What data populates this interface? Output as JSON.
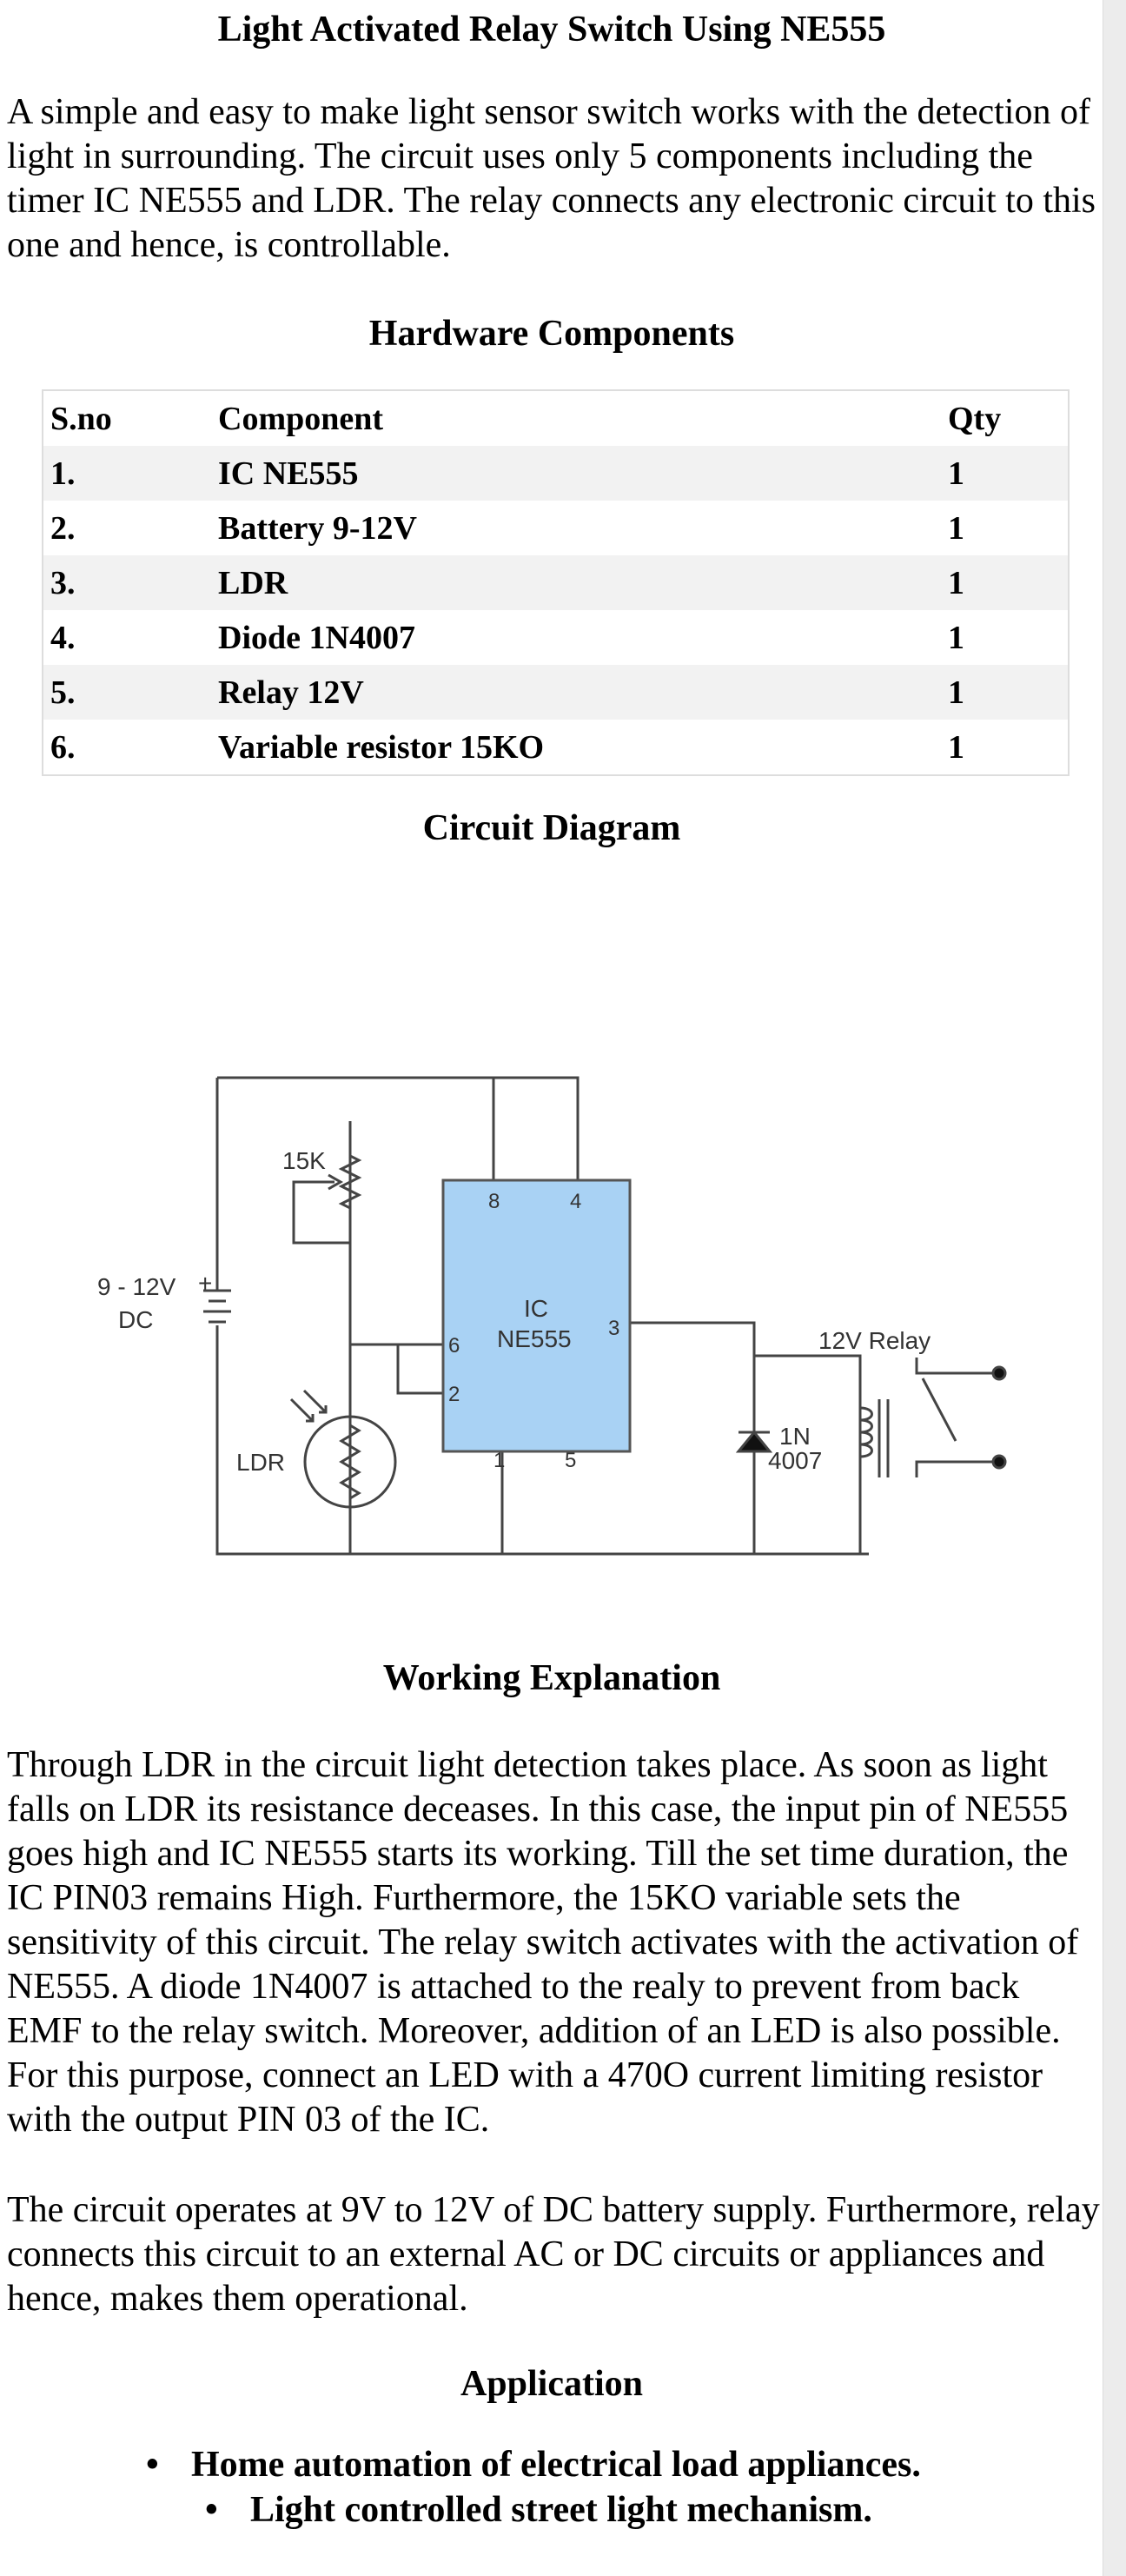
{
  "page": {
    "title": "Light Activated Relay Switch Using NE555",
    "intro": "A simple and easy to make light sensor switch works with the detection of light in surrounding. The circuit uses only 5 components including the timer IC NE555 and LDR. The relay connects any electronic circuit to this one and hence, is controllable."
  },
  "hardware": {
    "heading": "Hardware Components",
    "columns": [
      "S.no",
      "Component",
      "Qty"
    ],
    "rows": [
      [
        "1.",
        "IC NE555",
        "1"
      ],
      [
        "2.",
        "Battery 9-12V",
        "1"
      ],
      [
        "3.",
        "LDR",
        "1"
      ],
      [
        "4.",
        "Diode 1N4007",
        "1"
      ],
      [
        "5.",
        "Relay 12V",
        "1"
      ],
      [
        "6.",
        "Variable resistor 15KO",
        "1"
      ]
    ]
  },
  "diagram": {
    "heading": "Circuit Diagram",
    "labels": {
      "pot": "15K",
      "supply_line1": "9 - 12V",
      "supply_line2": "DC",
      "plus": "+",
      "ldr": "LDR",
      "ic_line1": "IC",
      "ic_line2": "NE555",
      "pin8": "8",
      "pin4": "4",
      "pin6": "6",
      "pin2": "2",
      "pin3": "3",
      "pin1": "1",
      "pin5": "5",
      "relay": "12V Relay",
      "diode_line1": "1N",
      "diode_line2": "4007"
    }
  },
  "working": {
    "heading": "Working Explanation",
    "para1": "Through LDR in the circuit light detection takes place. As soon as light falls on LDR its resistance deceases. In this case, the input pin of NE555 goes high and IC NE555 starts its working. Till the set time duration, the IC PIN03 remains High. Furthermore, the 15KO variable sets the sensitivity of this circuit. The relay switch activates with the activation of NE555. A diode 1N4007 is attached to the realy to prevent from back EMF to the relay switch. Moreover, addition of an LED is also possible. For this purpose, connect an LED with a 470O current limiting resistor with the output PIN 03 of the IC.",
    "para2": "The circuit operates at 9V to 12V of DC battery supply. Furthermore, relay connects this circuit to an external AC or DC circuits or appliances and hence, makes them operational."
  },
  "application": {
    "heading": "Application",
    "bullet": "•",
    "items": [
      "Home automation of electrical load appliances.",
      "Light controlled street light mechanism."
    ]
  },
  "colors": {
    "ic_fill": "#a9d2f4",
    "wire": "#444444",
    "table_stripe": "#f2f2f2"
  }
}
